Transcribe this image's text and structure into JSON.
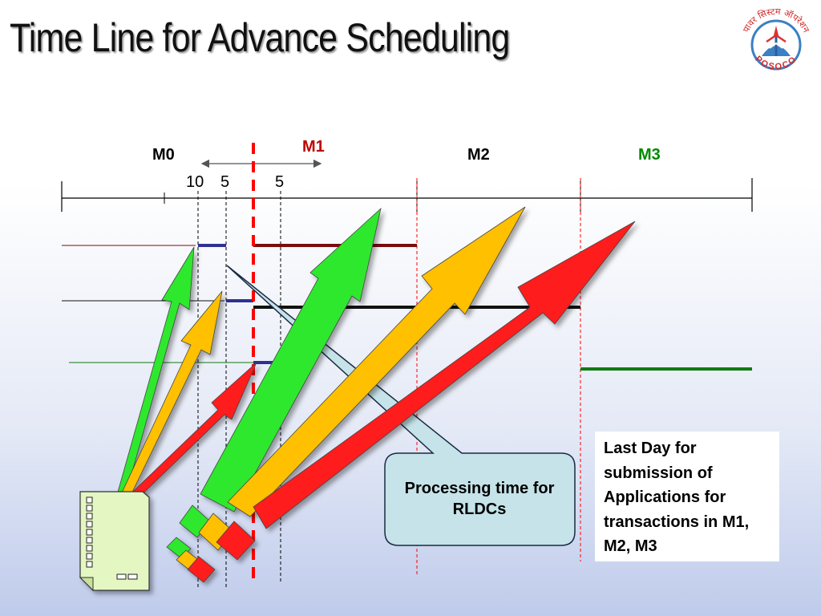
{
  "slide": {
    "title": "Time Line for Advance Scheduling",
    "logo": {
      "arc_text": "पावर सिस्टम ऑपरेशन",
      "name": "POSOCO",
      "icon": "posoco-logo-icon"
    }
  },
  "timeline": {
    "milestones": {
      "m0": "M0",
      "m1": "M1",
      "m2": "M2",
      "m3": "M3"
    },
    "day_marks": {
      "first": "10",
      "second": "5",
      "third": "5"
    }
  },
  "callout": {
    "text": "Processing time for RLDCs"
  },
  "note": {
    "text": "Last Day for submission of Applications for transactions in M1, M2, M3"
  },
  "colors": {
    "month1_line": "#7a0c0c",
    "month2_line": "#111111",
    "month3_line": "#117a11",
    "processing_line": "#2e3192",
    "m1_marker": "#ff0000",
    "m1_label": "#c00000",
    "m3_label": "#008800",
    "arrow_green": "#2ee82e",
    "arrow_yellow": "#ffc000",
    "arrow_red": "#ff1a1a",
    "callout_fill": "#c5e3e8"
  }
}
